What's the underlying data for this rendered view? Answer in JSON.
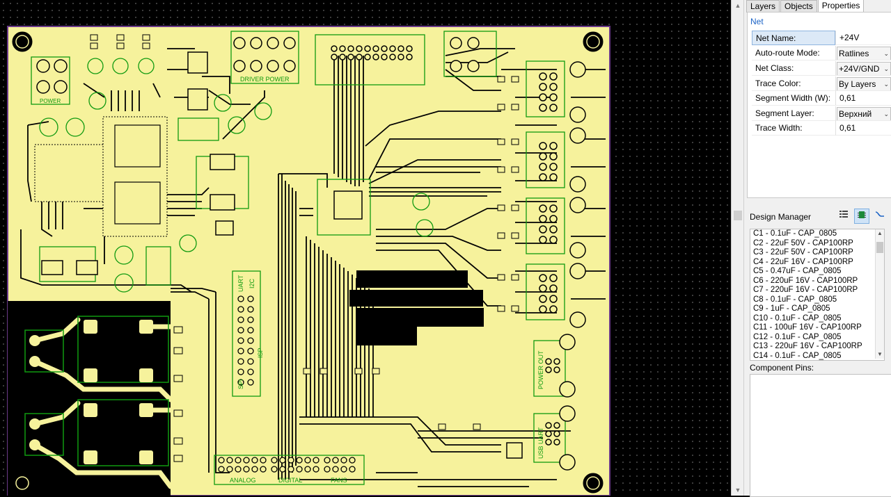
{
  "panel": {
    "tabs": [
      {
        "label": "Layers",
        "active": false
      },
      {
        "label": "Objects",
        "active": false
      },
      {
        "label": "Properties",
        "active": true
      }
    ],
    "section_title": "Net",
    "properties": [
      {
        "label": "Net Name:",
        "value": "+24V",
        "kind": "text"
      },
      {
        "label": "Auto-route Mode:",
        "value": "Ratlines",
        "kind": "select"
      },
      {
        "label": "Net Class:",
        "value": "+24V/GND",
        "kind": "select"
      },
      {
        "label": "Trace Color:",
        "value": "By Layers",
        "kind": "select"
      },
      {
        "label": "Segment Width (W):",
        "value": "0,61",
        "kind": "text"
      },
      {
        "label": "Segment Layer:",
        "value": "Верхний",
        "kind": "select"
      },
      {
        "label": "Trace Width:",
        "value": "0,61",
        "kind": "text"
      }
    ],
    "design_manager": {
      "title": "Design Manager",
      "icons": [
        "list-icon",
        "component-icon",
        "net-icon"
      ],
      "items": [
        "C1 - 0.1uF - CAP_0805",
        "C2 - 22uF 50V - CAP100RP",
        "C3 - 22uF 50V - CAP100RP",
        "C4 - 22uF 16V - CAP100RP",
        "C5 - 0.47uF - CAP_0805",
        "C6 - 220uF 16V - CAP100RP",
        "C7 - 220uF 16V - CAP100RP",
        "C8 - 0.1uF - CAP_0805",
        "C9 - 1uF - CAP_0805",
        "C10 - 0.1uF - CAP_0805",
        "C11 - 100uF 16V - CAP100RP",
        "C12 - 0.1uF - CAP_0805",
        "C13 - 220uF 16V - CAP100RP",
        "C14 - 0.1uF - CAP_0805"
      ]
    },
    "component_pins": {
      "title": "Component Pins:"
    }
  },
  "board": {
    "colors": {
      "board": "#f6f29c",
      "trace": "#000000",
      "silk": "#109a10",
      "pad": "#f6f29c",
      "grid": "#5a5a5a"
    },
    "labels": {
      "power": "POWER",
      "driver_power": "DRIVER POWER",
      "analog": "ANALOG",
      "digital": "DIGITAL",
      "fans": "FANS",
      "uart": "UART",
      "i2c": "I2C",
      "spi": "SPI",
      "isp": "ISP",
      "power_out": "POWER OUT",
      "usb_uart": "USB UART"
    }
  }
}
